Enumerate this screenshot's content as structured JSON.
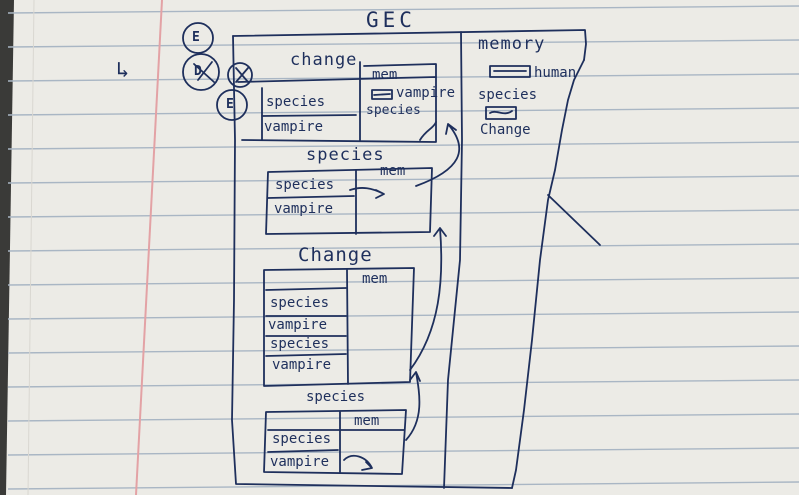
{
  "page": {
    "title": "GEC",
    "memory_label": "memory",
    "margin_marks": {
      "arrow_mark": "↳",
      "c1": "E",
      "c2": "D",
      "c3": "E"
    }
  },
  "frames": [
    {
      "heading": "change",
      "mem_label": "mem",
      "vars": [
        "species",
        "vampire"
      ],
      "mem_values": [
        "vampire",
        "species"
      ]
    },
    {
      "heading": "species",
      "mem_label": "mem",
      "vars": [
        "species",
        "vampire"
      ]
    },
    {
      "heading": "Change",
      "mem_label": "mem",
      "vars": [
        "species",
        "vampire",
        "species",
        "vampire"
      ]
    },
    {
      "heading": "species",
      "mem_label": "mem",
      "vars": [
        "species",
        "vampire"
      ]
    }
  ],
  "memory": {
    "entries": [
      "human",
      "species",
      "Change"
    ]
  },
  "colors": {
    "ink": "#1e2f5c",
    "paper": "#eceae4",
    "rule_line": "#a9b6c4",
    "margin_line": "#e3a2a5"
  }
}
